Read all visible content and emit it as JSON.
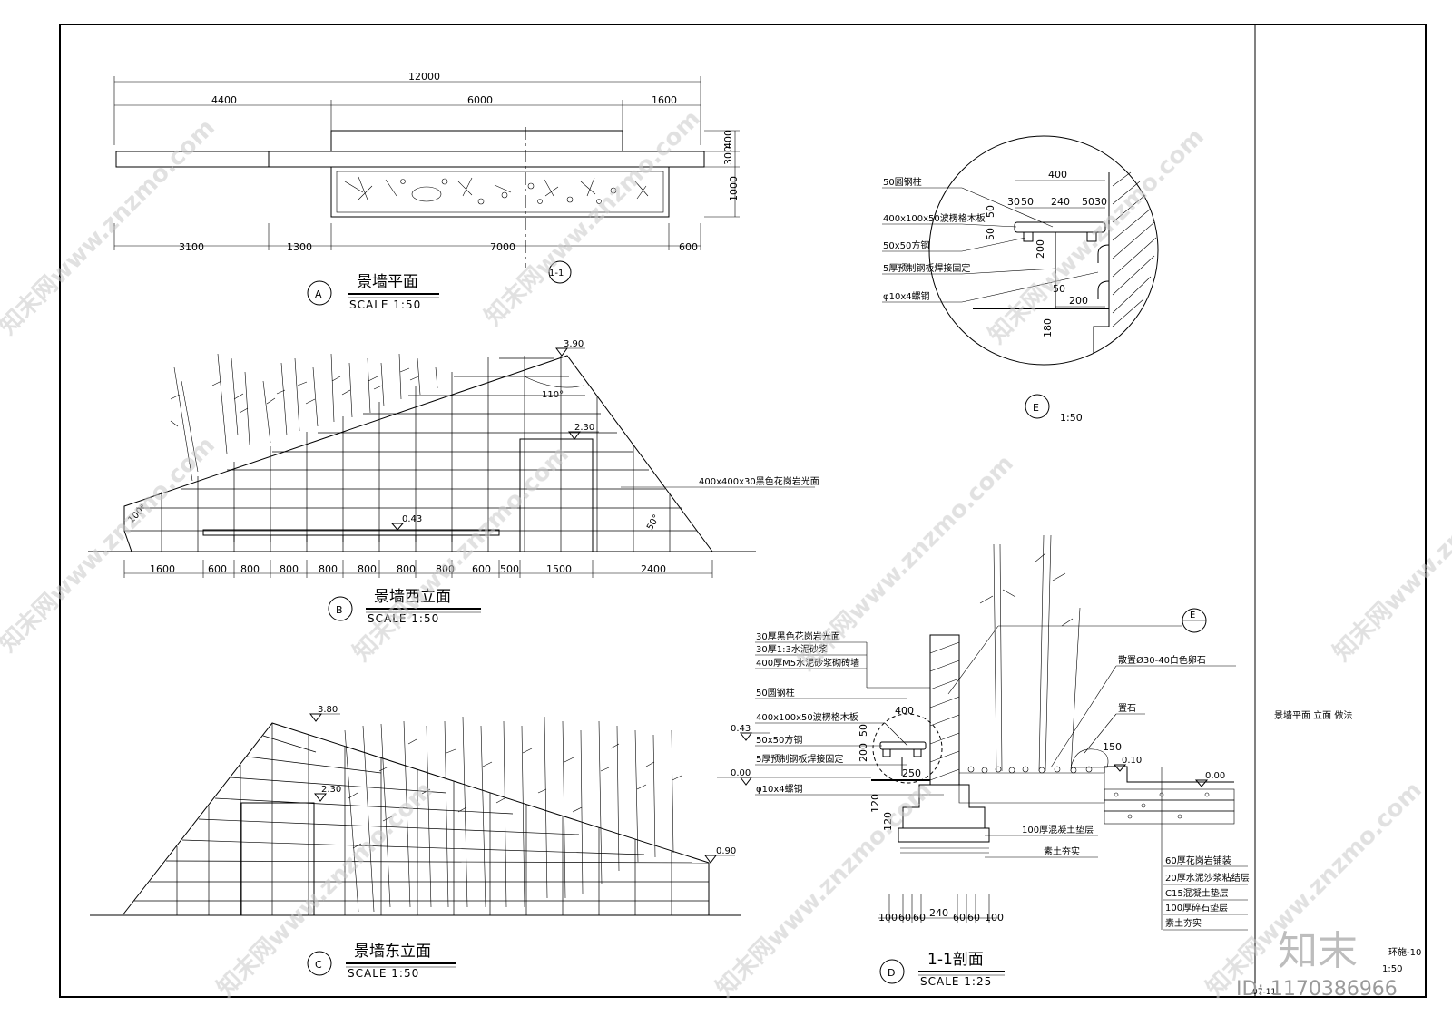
{
  "sheet": {
    "side_title": "景墙平面 立面 做法",
    "sheet_no": "环施-10",
    "side_scale": "1:50",
    "small_no": "07-11"
  },
  "watermark": {
    "text": "知末网www.znzmo.com",
    "brand": "知末",
    "id": "ID: 1170386966"
  },
  "plan_a": {
    "letter": "A",
    "title": "景墙平面",
    "scale": "SCALE 1:50",
    "dims_top": [
      "12000",
      "4400",
      "6000",
      "1600"
    ],
    "dims_bottom": [
      "3100",
      "1300",
      "7000",
      "600"
    ],
    "dims_right": [
      "400",
      "300",
      "1000"
    ],
    "section_mark": "1-1"
  },
  "elev_b": {
    "letter": "B",
    "title": "景墙西立面",
    "scale": "SCALE 1:50",
    "dims": [
      "1600",
      "600",
      "800",
      "800",
      "800",
      "800",
      "800",
      "800",
      "600",
      "500",
      "1500",
      "2400"
    ],
    "levels": [
      "3.90",
      "2.30",
      "0.43"
    ],
    "angles": [
      "110°",
      "100°",
      "50°"
    ],
    "note": "400x400x30黑色花岗岩光面"
  },
  "elev_c": {
    "letter": "C",
    "title": "景墙东立面",
    "scale": "SCALE 1:50",
    "levels": [
      "3.80",
      "2.30",
      "0.90"
    ]
  },
  "detail_e": {
    "letter": "E",
    "scale": "1:50",
    "labels": [
      "50圆钢柱",
      "400x100x50波楞格木板",
      "50x50方钢",
      "5厚预制钢板焊接固定",
      "φ10x4螺钢"
    ],
    "dims": [
      "400",
      "30",
      "50",
      "240",
      "50",
      "30",
      "50",
      "50",
      "200",
      "50",
      "200",
      "180"
    ]
  },
  "section_d": {
    "letter": "D",
    "title": "1-1剖面",
    "scale": "SCALE 1:25",
    "left_labels": [
      "30厚黑色花岗岩光面",
      "30厚1:3水泥砂浆",
      "400厚M5水泥砂浆砌砖墙",
      "50圆钢柱",
      "400x100x50波楞格木板",
      "50x50方钢",
      "5厚预制钢板焊接固定",
      "φ10x4螺钢"
    ],
    "levels": [
      "0.43",
      "0.00",
      "0.10",
      "0.00"
    ],
    "right_labels": [
      "散置Ø30-40白色卵石",
      "置石"
    ],
    "bottom_labels": [
      "100厚混凝土垫层",
      "素土夯实"
    ],
    "pave_labels": [
      "60厚花岗岩铺装",
      "20厚水泥沙浆粘结层",
      "C15混凝土垫层",
      "100厚碎石垫层",
      "素土夯实"
    ],
    "dims": [
      "400",
      "50",
      "200",
      "250",
      "120",
      "120",
      "150",
      "100",
      "60",
      "60",
      "240",
      "60",
      "60",
      "100"
    ],
    "e_ref": "E"
  }
}
